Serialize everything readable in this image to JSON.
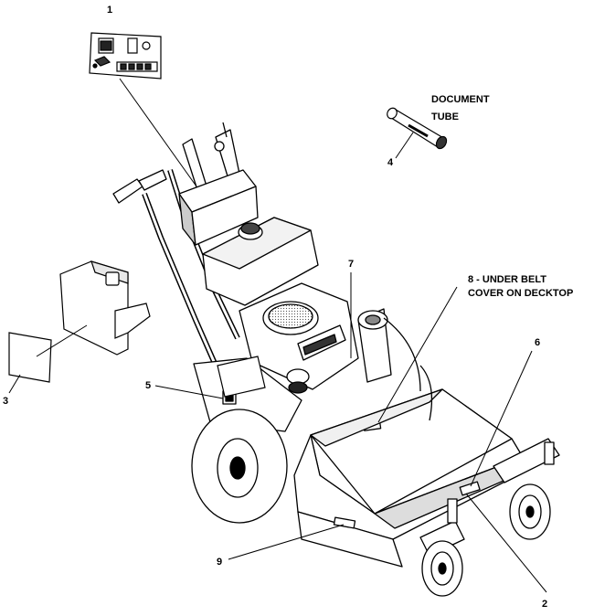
{
  "callouts": {
    "c1": "1",
    "c2": "2",
    "c3": "3",
    "c4": "4",
    "c5": "5",
    "c6": "6",
    "c7": "7",
    "c9": "9"
  },
  "labels": {
    "document_line1": "DOCUMENT",
    "document_line2": "TUBE",
    "under_belt_line1": "8 - UNDER BELT",
    "under_belt_line2": "COVER ON DECKTOP"
  },
  "colors": {
    "line": "#000000",
    "paper": "#ffffff",
    "shade": "#d9d9d9",
    "dark": "#1a1a1a"
  }
}
